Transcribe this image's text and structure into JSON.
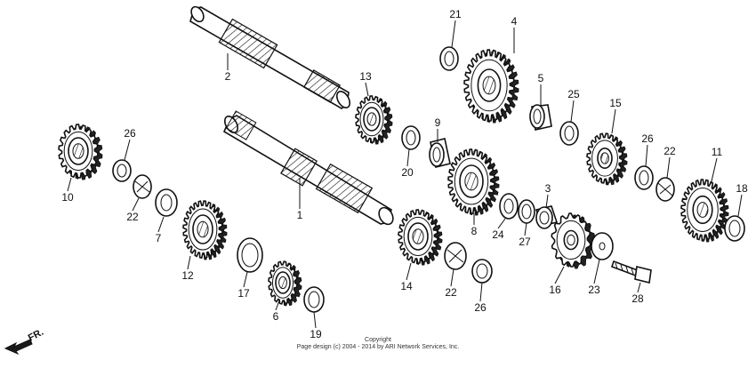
{
  "diagram": {
    "parts": [
      {
        "id": "1"
      },
      {
        "id": "2"
      },
      {
        "id": "3"
      },
      {
        "id": "4"
      },
      {
        "id": "5"
      },
      {
        "id": "6"
      },
      {
        "id": "7"
      },
      {
        "id": "8"
      },
      {
        "id": "9"
      },
      {
        "id": "10"
      },
      {
        "id": "11"
      },
      {
        "id": "12"
      },
      {
        "id": "13"
      },
      {
        "id": "14"
      },
      {
        "id": "15"
      },
      {
        "id": "16"
      },
      {
        "id": "17"
      },
      {
        "id": "18"
      },
      {
        "id": "19"
      },
      {
        "id": "20"
      },
      {
        "id": "21"
      },
      {
        "id": "22"
      },
      {
        "id": "22b",
        "label": "22"
      },
      {
        "id": "22c",
        "label": "22"
      },
      {
        "id": "23"
      },
      {
        "id": "24"
      },
      {
        "id": "25"
      },
      {
        "id": "26"
      },
      {
        "id": "26b",
        "label": "26"
      },
      {
        "id": "26c",
        "label": "26"
      },
      {
        "id": "27"
      },
      {
        "id": "28"
      }
    ],
    "direction_marker": "FR.",
    "copyright_line1": "Copyright",
    "copyright_line2": "Page design (c) 2004 - 2014 by ARI Network Services, Inc."
  }
}
